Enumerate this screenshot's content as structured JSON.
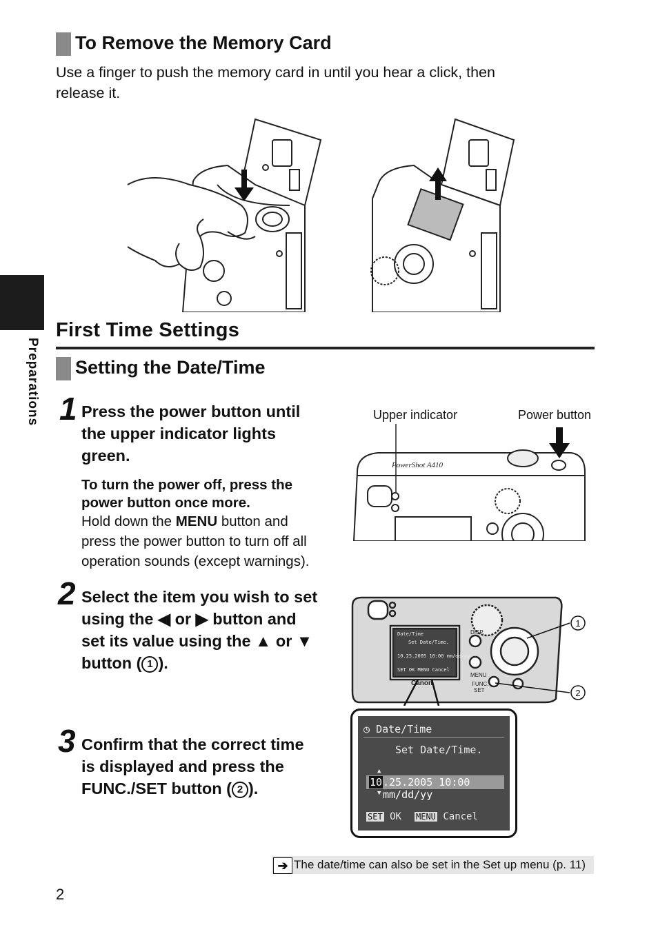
{
  "remove_card": {
    "heading": "To Remove the Memory Card",
    "text_line1": "Use a finger to push the memory card in until you hear a click, then",
    "text_line2": "release it."
  },
  "first_time": {
    "heading": "First Time Settings",
    "subheading": "Setting the Date/Time"
  },
  "side_tab": {
    "label": "Preparations"
  },
  "step1": {
    "number": "1",
    "line1": "Press the power button until",
    "line2": "the upper indicator lights",
    "line3": "green.",
    "note_bold1": "To turn the power off, press the",
    "note_bold2": "power button once more.",
    "note_pre": "Hold down the ",
    "note_menu": "MENU",
    "note_post": " button and",
    "note_line2": "press the power button to turn off all",
    "note_line3": "operation sounds (except warnings).",
    "label_upper_indicator": "Upper indicator",
    "label_power_button": "Power button",
    "camera_model": "PowerShot A410"
  },
  "step2": {
    "number": "2",
    "line1": "Select the item you wish to set",
    "line2_a": "using the ",
    "left_arrow": "◀",
    "line2_b": " or ",
    "right_arrow": "▶",
    "line2_c": " button and",
    "line3_a": "set its value using the ",
    "up_arrow": "▲",
    "line3_b": " or ",
    "down_arrow": "▼",
    "line4_a": "button (",
    "circle1": "1",
    "line4_b": ")."
  },
  "step3": {
    "number": "3",
    "line1": "Confirm that the correct time",
    "line2": "is displayed and press the",
    "line3_a": "FUNC./SET button (",
    "circle2": "2",
    "line3_b": ")."
  },
  "lcd": {
    "title": "Date/Time",
    "subtitle": "Set Date/Time.",
    "day": "10",
    "rest": ".25.2005 10:00 mm/dd/yy",
    "set_key": "SET",
    "ok": "OK",
    "menu_key": "MENU",
    "cancel": "Cancel"
  },
  "camera_back": {
    "disp": "DISP.",
    "menu": "MENU",
    "func": "FUNC.",
    "set": "SET",
    "brand": "Canon",
    "callout1": "1",
    "callout2": "2"
  },
  "tip": {
    "text": "The date/time can also be set in the Set up menu (p. 11)"
  },
  "page_number": "2"
}
